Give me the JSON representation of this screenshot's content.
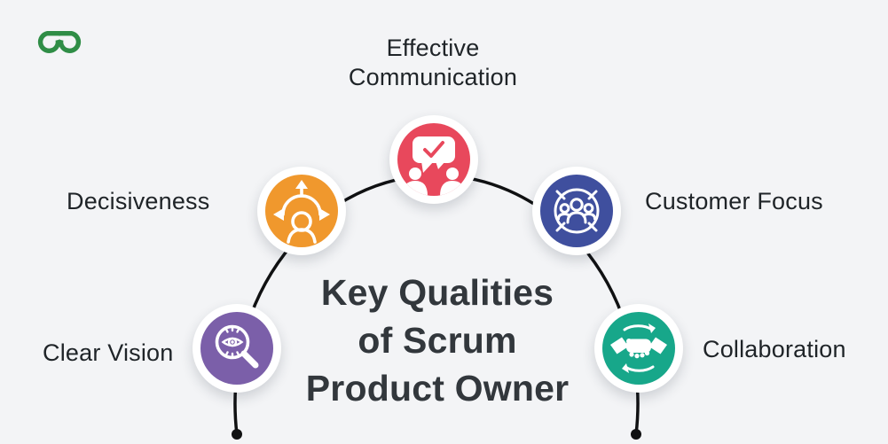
{
  "theme": {
    "background": "#f3f4f6",
    "connector_line": "#101112",
    "logo_green": "#2f8d46"
  },
  "brand": {
    "logo_icon": "geeksforgeeks-logo"
  },
  "title": {
    "lines": [
      "Key Qualities",
      "of Scrum",
      "Product Owner"
    ]
  },
  "nodes": [
    {
      "id": "effective-communication",
      "label": "Effective Communication",
      "color": "#e8485c",
      "icon": "speech-bubble-check-icon"
    },
    {
      "id": "decisiveness",
      "label": "Decisiveness",
      "color": "#f0982d",
      "icon": "person-choice-arrows-icon"
    },
    {
      "id": "customer-focus",
      "label": "Customer Focus",
      "color": "#3f4f9e",
      "icon": "people-target-icon"
    },
    {
      "id": "clear-vision",
      "label": "Clear Vision",
      "color": "#7b5fa9",
      "icon": "eye-magnifier-icon"
    },
    {
      "id": "collaboration",
      "label": "Collaboration",
      "color": "#17a78a",
      "icon": "handshake-cycle-icon"
    }
  ]
}
